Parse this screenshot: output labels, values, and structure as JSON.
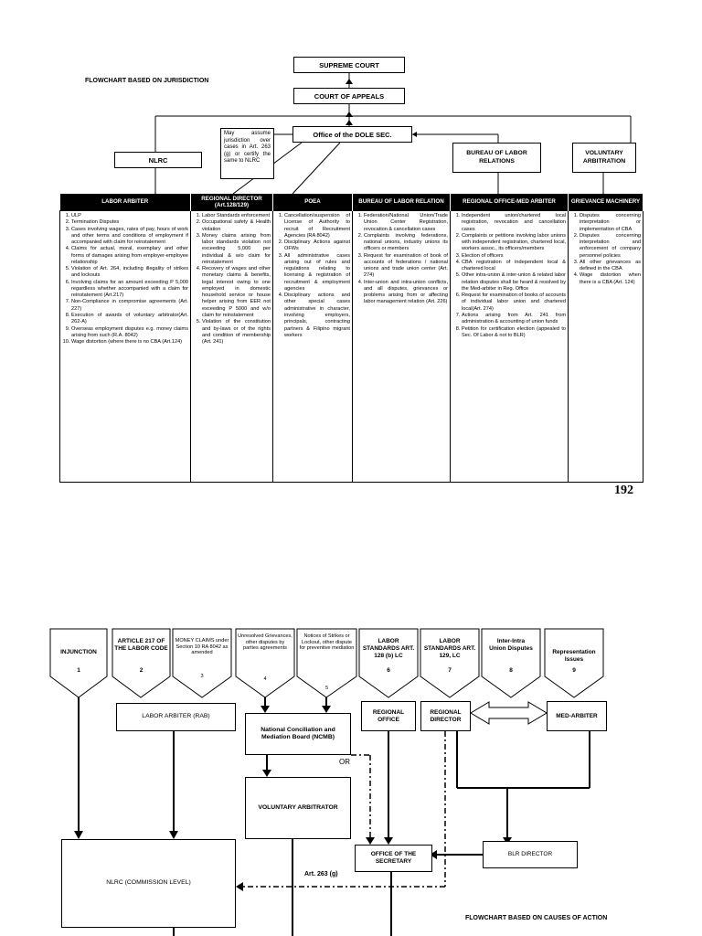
{
  "chart1": {
    "title": "FLOWCHART BASED ON JURISDICTION",
    "supreme_court": "SUPREME COURT",
    "court_of_appeals": "COURT OF APPEALS",
    "dole_sec": "Office of the DOLE SEC.",
    "nlrc": "NLRC",
    "note": "May assume jurisdiction over cases in Art. 263 (g) or certify the same to NLRC",
    "blr": "BUREAU OF LABOR RELATIONS",
    "voluntary_arbitration": "VOLUNTARY ARBITRATION",
    "columns": [
      {
        "header": "LABOR ARBITER",
        "items": [
          "ULP",
          "Termination Disputes",
          "Cases involving wages, rates of pay, hours of work and other terms and conditions of employment if accompanied with claim for reinstatement",
          "Claims for actual, moral, exemplary and other forms of damages arising from employer-employee relationship",
          "Violation of Art. 264, including illegality of strikes and lockouts",
          "Involving claims for an amount exceeding P 5,000 regardless whether accompanied with a claim for reinstatement (Art.217)",
          "Non-Compliance in compromise agreements (Art. 227)",
          "Execution of awards of voluntary arbitrator(Art. 262-A)",
          "Overseas employment disputes e.g. money claims arising from such (R.A. 8042)",
          "Wage distortion (where there is no CBA (Art.124)"
        ]
      },
      {
        "header": "REGIONAL DIRECTOR (Art.128/129)",
        "items": [
          "Labor Standards enforcement",
          "Occupational safety & Health violation",
          "Money claims arising from labor standards violation not exceeding 5,000 per individual & w/o claim for reinstatement",
          "Recovery of wages and other monetary claims & benefits, legal interest owing to one employed in domestic household service or house helper arising from EER not exceeding P 5000 and w/o claim for reinstatement",
          "Violation of the constitution and by-laws or of the rights and condition of membership (Art. 241)"
        ]
      },
      {
        "header": "POEA",
        "items": [
          "Cancellation/suspension of License of Authority to recruit of Recruitment Agencies (RA 8042)",
          "Disciplinary Actions against OFWs",
          "All administrative cases arising out of rules and regulations relating to licensing & registration of recruitment & employment agencies",
          "Disciplinary actions and other special cases administrative in character, involving employers, principals, contracting partners & Filipino migrant workers"
        ]
      },
      {
        "header": "BUREAU OF LABOR RELATION",
        "items": [
          "Federation/National Union/Trade Union Center Registration, revocation & cancellation cases",
          "Complaints involving federations, national unions, industry unions its officers or members",
          "Request for examination of book of accounts of federations / national unions and trade union center (Art. 274)",
          "Inter-union and intra-union conflicts, and all disputes, grievances or problems arising from or affecting labor management relation (Art. 226)"
        ]
      },
      {
        "header": "REGIONAL OFFICE-MED ARBITER",
        "items": [
          "Independent union/chartered local registration, revocation and cancellation cases",
          "Complaints or petitions involving labor unions with independent registration, chartered local, workers assoc., its officers/members",
          "Election of officers",
          "CBA registration of independent local & chartered local",
          "Other intra-union & inter-union & related labor relation disputes shall be heard & resolved by the Med-arbiter in Reg. Office",
          "Request for examination of books of accounts of individual labor union and chartered local(Art. 274)",
          "Actions arising from Art. 241 from administration & accounting of union funds",
          "Petition for certification election (appealed to Sec. Of Labor & not to BLR)"
        ]
      },
      {
        "header": "GRIEVANCE MACHINERY",
        "items": [
          "Disputes concerning interpretation or implementation of CBA",
          "Disputes concerning interpretation and enforcement of company personnel policies",
          "All other grievances as defined in the CBA",
          "Wage distortion when there is a CBA (Art. 124)"
        ]
      }
    ],
    "page_number": "192"
  },
  "chart2": {
    "title": "FLOWCHART BASED ON CAUSES OF ACTION",
    "pentagons": [
      {
        "text": "INJUNCTION",
        "num": "1"
      },
      {
        "text": "ARTICLE 217 OF THE LABOR CODE",
        "num": "2"
      },
      {
        "text": "MONEY CLAIMS under Section 10 RA 8042 as amended",
        "num": "3"
      },
      {
        "text": "Unresolved Grievances, other disputes by parties agreements",
        "num": "4"
      },
      {
        "text": "Notices of Strikes or Lockout, other dispute for preventive mediation",
        "num": "5"
      },
      {
        "text": "LABOR STANDARDS ART. 128 (b) LC",
        "num": "6"
      },
      {
        "text": "LABOR STANDARDS ART. 129, LC",
        "num": "7"
      },
      {
        "text": "Inter-Intra Union Disputes",
        "num": "8"
      },
      {
        "text": "Representation Issues",
        "num": "9"
      }
    ],
    "labor_arbiter": "LABOR ARBITER (RAB)",
    "ncmb": "National Conciliation and Mediation Board (NCMB)",
    "regional_office": "REGIONAL OFFICE",
    "regional_director": "REGIONAL DIRECTOR",
    "med_arbiter": "MED-ARBITER",
    "or_label": "OR",
    "voluntary_arbitrator": "VOLUNTARY ARBITRATOR",
    "office_of_secretary": "OFFICE OF THE SECRETARY",
    "blr_director": "BLR DIRECTOR",
    "nlrc": "NLRC (COMMISSION LEVEL)",
    "art_263": "Art. 263 (g)"
  }
}
